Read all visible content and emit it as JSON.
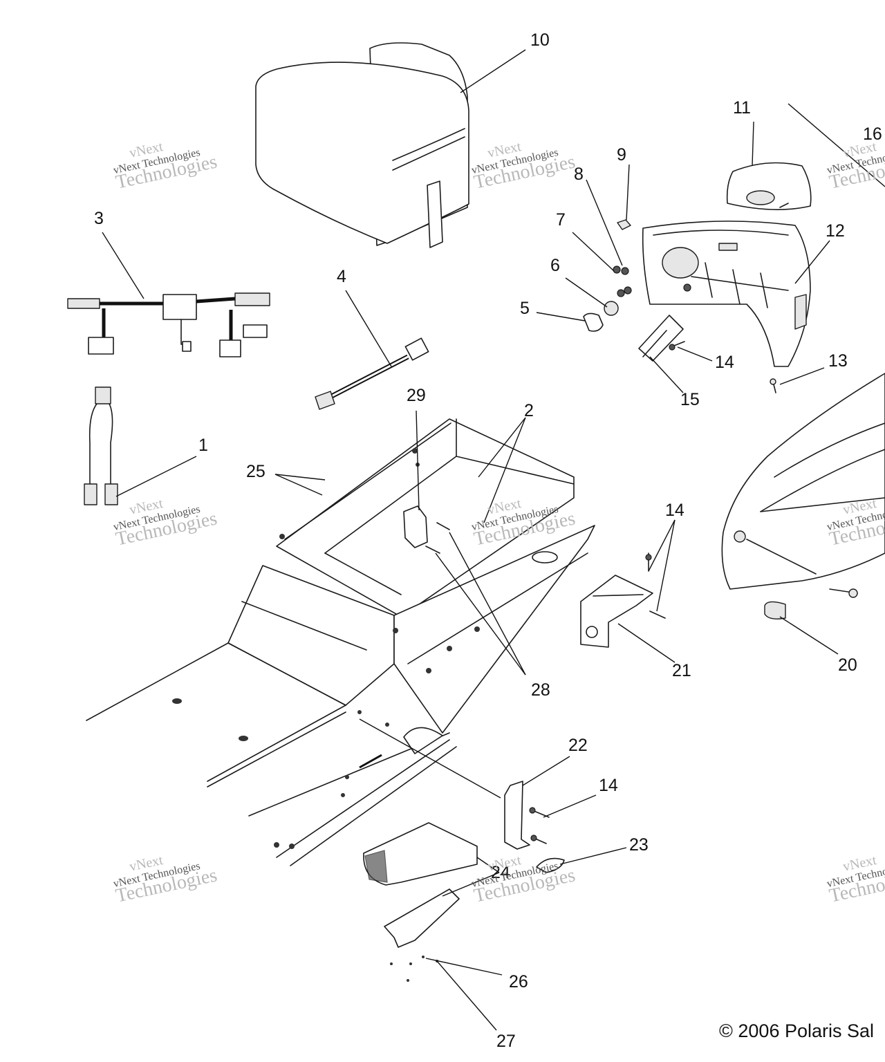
{
  "labels": {
    "p1": "1",
    "p2": "2",
    "p3": "3",
    "p4": "4",
    "p5": "5",
    "p6": "6",
    "p7": "7",
    "p8": "8",
    "p9": "9",
    "p10": "10",
    "p11": "11",
    "p12": "12",
    "p13": "13",
    "p14a": "14",
    "p14b": "14",
    "p14c": "14",
    "p15": "15",
    "p16": "16",
    "p20": "20",
    "p21": "21",
    "p22": "22",
    "p23": "23",
    "p24": "24",
    "p25": "25",
    "p26": "26",
    "p27": "27",
    "p28": "28",
    "p29": "29"
  },
  "watermark": {
    "line1": "vNext",
    "line2": "vNext Technologies",
    "line3": "Technologies"
  },
  "copyright": "© 2006 Polaris Sal"
}
